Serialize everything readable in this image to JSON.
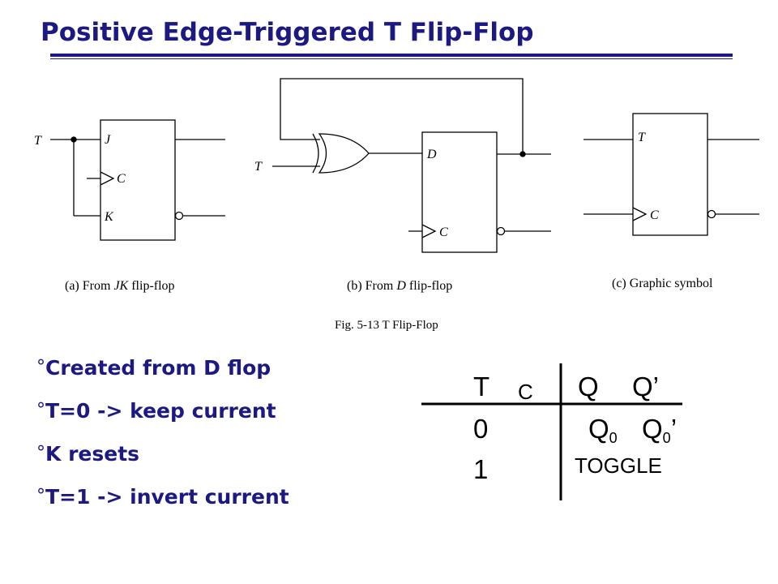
{
  "slide": {
    "title": "Positive Edge-Triggered T Flip-Flop",
    "accent_color": "#1c1a82"
  },
  "figure": {
    "panel_a": {
      "caption_prefix": "(a) From ",
      "caption_ital": "JK",
      "caption_suffix": " flip-flop",
      "input_label": "T",
      "pin_j": "J",
      "pin_c": "C",
      "pin_k": "K"
    },
    "panel_b": {
      "caption_prefix": "(b) From ",
      "caption_ital": "D",
      "caption_suffix": " flip-flop",
      "input_label": "T",
      "pin_d": "D",
      "pin_c": "C"
    },
    "panel_c": {
      "caption": "(c) Graphic symbol",
      "pin_t": "T",
      "pin_c": "C"
    },
    "figure_caption": "Fig. 5-13  T Flip-Flop"
  },
  "bullets": [
    {
      "mark": "°",
      "text": "Created from D flop"
    },
    {
      "mark": "°",
      "text": "T=0 -> keep current"
    },
    {
      "mark": "°",
      "text": "K resets"
    },
    {
      "mark": "°",
      "text": "T=1 -> invert current"
    }
  ],
  "truth_table": {
    "headers": {
      "t": "T",
      "c": "C",
      "q": "Q",
      "q_prime": "Q’"
    },
    "rows": [
      {
        "t": "0",
        "q": "Q",
        "q_sub": "0",
        "qp": "Q",
        "qp_sub": "0",
        "qp_suffix": "’"
      },
      {
        "t": "1",
        "result": "TOGGLE"
      }
    ]
  }
}
